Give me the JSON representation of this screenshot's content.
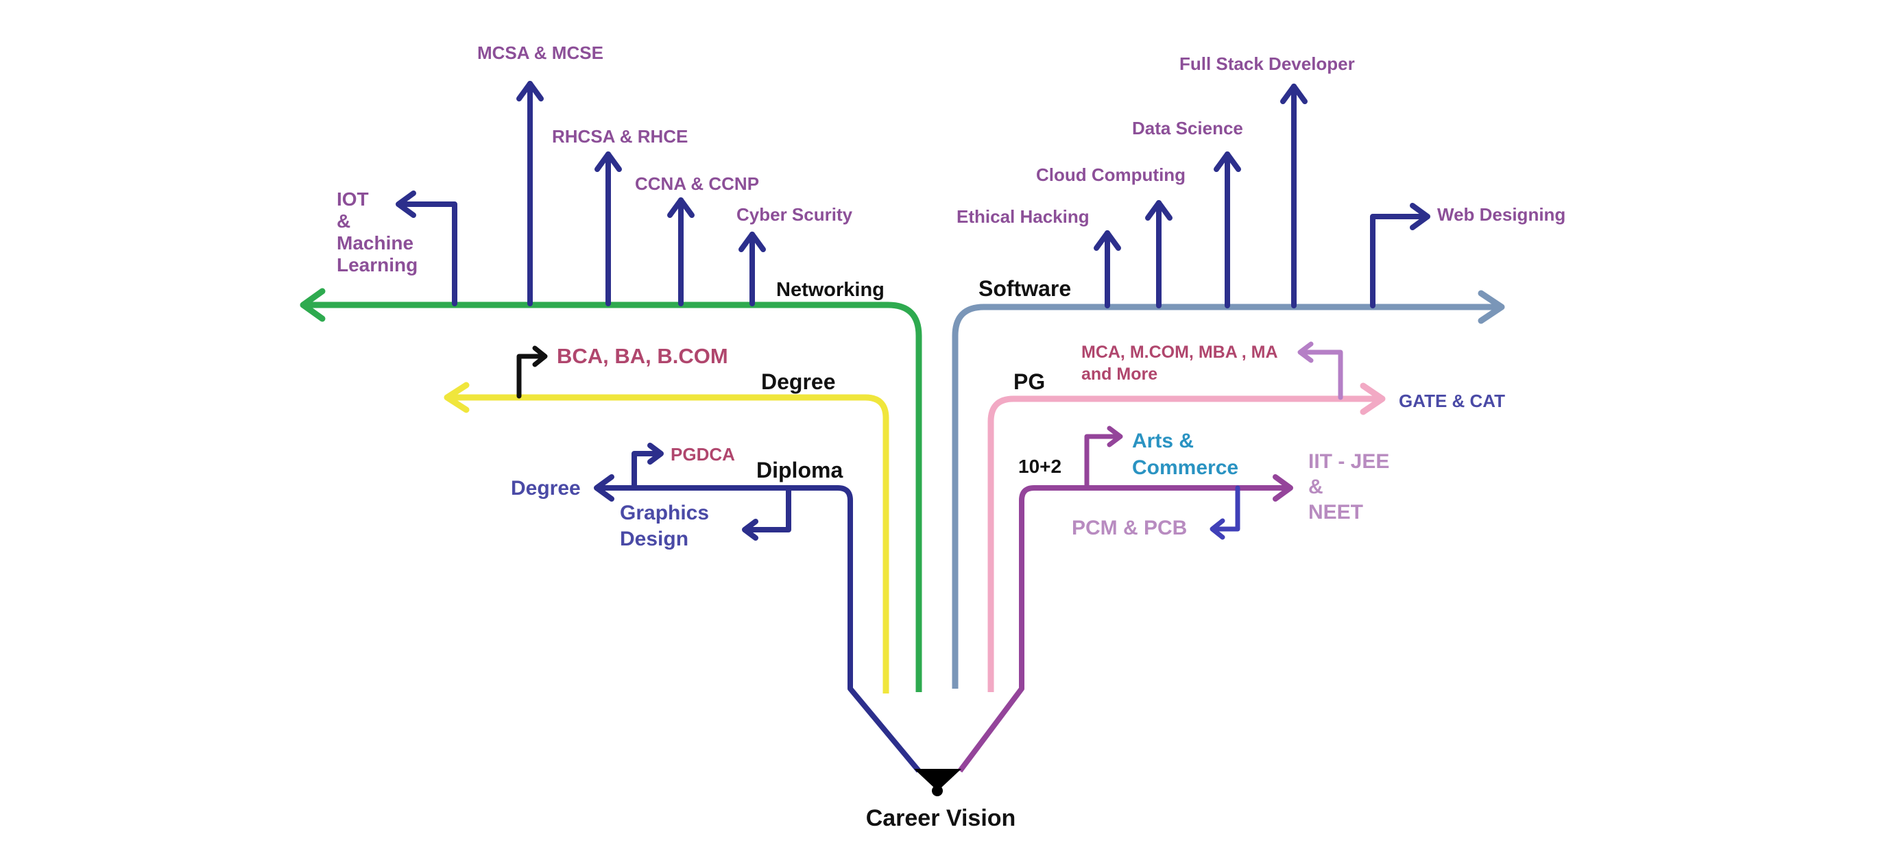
{
  "title": "Career Vision",
  "branches": {
    "networking": {
      "label": "Networking",
      "color": "#2eaa4f",
      "options": [
        "IOT & Machine Learning",
        "MCSA & MCSE",
        "RHCSA & RHCE",
        "CCNA & CCNP",
        "Cyber Scurity"
      ],
      "iot_lines": [
        "IOT",
        "&",
        "Machine",
        "Learning"
      ],
      "mcsa": "MCSA & MCSE",
      "rhcsa": "RHCSA & RHCE",
      "ccna": "CCNA & CCNP",
      "cyber": "Cyber Scurity"
    },
    "software": {
      "label": "Software",
      "color": "#7a96b8",
      "ethical": "Ethical Hacking",
      "cloud": "Cloud Computing",
      "data_science": "Data Science",
      "full_stack": "Full Stack Developer",
      "web": "Web Designing"
    },
    "degree": {
      "label": "Degree",
      "color": "#f0e63c",
      "options": "BCA, BA, B.COM"
    },
    "pg": {
      "label": "PG",
      "color": "#f2a9c4",
      "mca_lines": [
        "MCA, M.COM, MBA , MA",
        "and More"
      ],
      "gate": "GATE & CAT"
    },
    "diploma": {
      "label": "Diploma",
      "color": "#2c2f8c",
      "pgdca": "PGDCA",
      "degree": "Degree",
      "graphics_lines": [
        "Graphics",
        "Design"
      ]
    },
    "ten_plus_two": {
      "label": "10+2",
      "color": "#94449a",
      "arts_lines": [
        "Arts &",
        "Commerce"
      ],
      "iit_lines": [
        "IIT - JEE",
        "&",
        "NEET"
      ],
      "pcm": "PCM & PCB"
    }
  },
  "colors": {
    "arrow_blue": "#2c2f8c",
    "label_purple": "#8c4f98",
    "label_red": "#b0466d",
    "label_blue": "#4a4aa6",
    "label_teal": "#2a93c2",
    "label_lilac": "#b88bc0",
    "pg_arrow": "#b57fc6"
  }
}
